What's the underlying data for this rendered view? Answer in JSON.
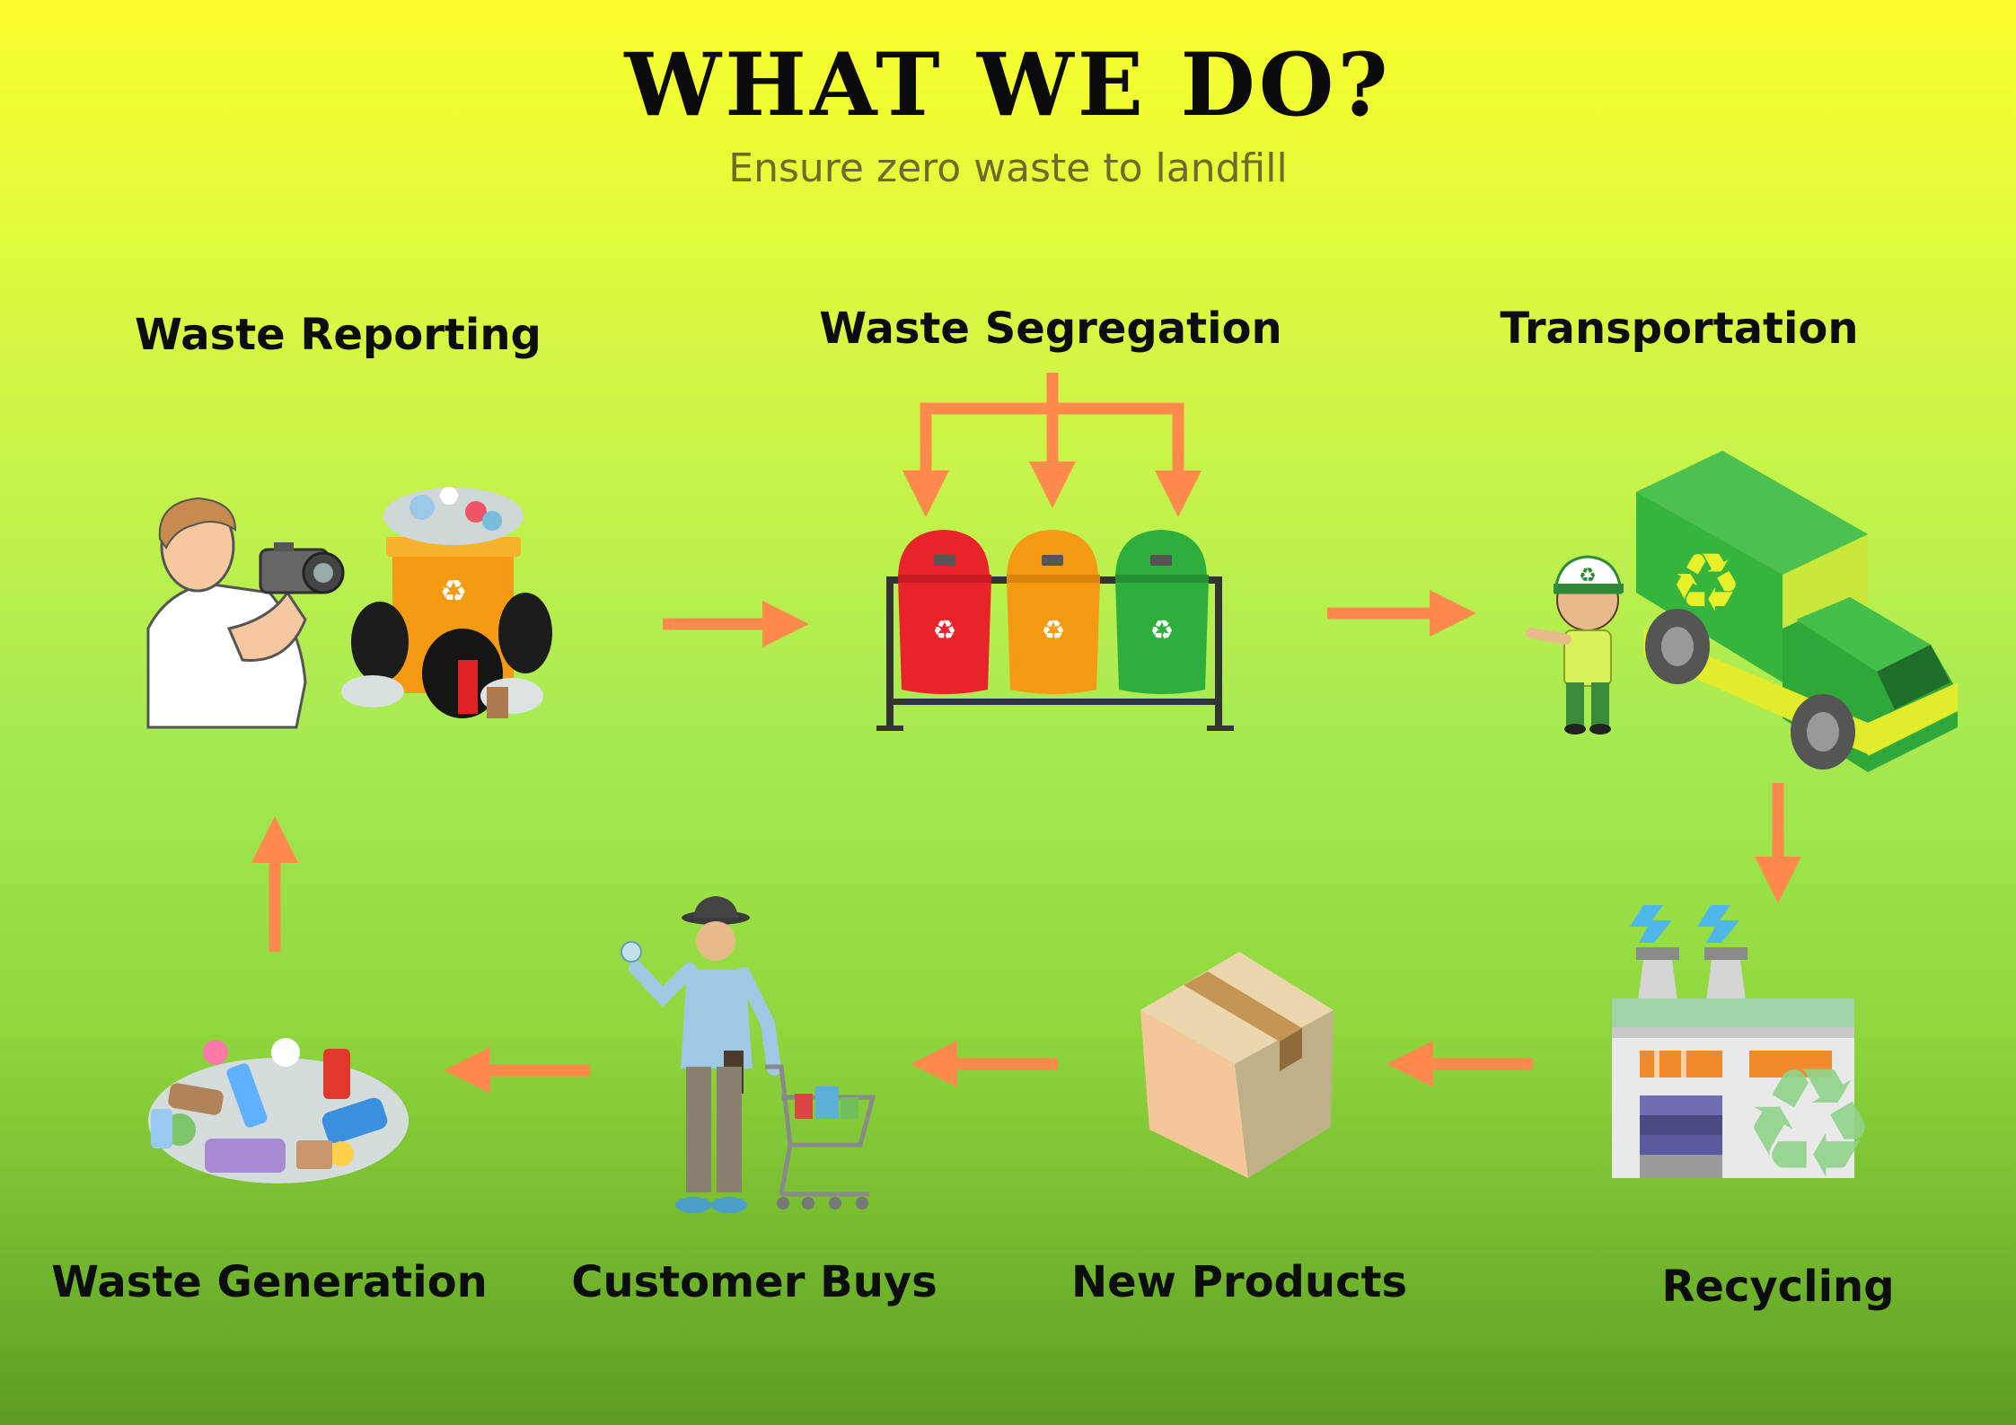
{
  "header": {
    "title": "WHAT WE DO?",
    "subtitle": "Ensure zero waste to landfill"
  },
  "steps": [
    {
      "label": "Waste Reporting",
      "icon": "photographer-waste-bin-icon"
    },
    {
      "label": "Waste Segregation",
      "icon": "segregation-bins-icon"
    },
    {
      "label": "Transportation",
      "icon": "recycling-truck-icon"
    },
    {
      "label": "Recycling",
      "icon": "recycling-factory-icon"
    },
    {
      "label": "New Products",
      "icon": "cardboard-box-icon"
    },
    {
      "label": "Customer Buys",
      "icon": "shopper-cart-icon"
    },
    {
      "label": "Waste Generation",
      "icon": "waste-pile-icon"
    }
  ],
  "colors": {
    "arrow": "#ff8a4c",
    "bin_red": "#e8232a",
    "bin_orange": "#f59a12",
    "bin_green": "#2eae3c",
    "truck_green": "#2fa83a",
    "title_text": "#0b0b0b",
    "subtitle_text": "#6e6a2a"
  }
}
